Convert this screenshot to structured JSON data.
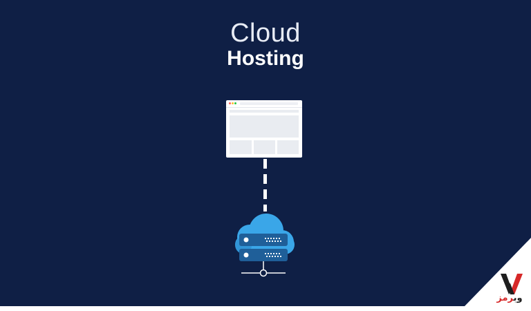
{
  "header": {
    "line1": "Cloud",
    "line2": "Hosting"
  },
  "colors": {
    "background": "#0f1f45",
    "cloud_light": "#3aa6e8",
    "cloud_dark": "#2a86c9",
    "server": "#1f5f99",
    "logo_black": "#1e1e1e",
    "logo_red": "#d62828"
  },
  "icons": {
    "browser": "browser-window-icon",
    "cloud": "cloud-server-icon",
    "network": "network-node-icon",
    "logo": "webramz-logo"
  },
  "logo": {
    "text_black": "وب",
    "text_red": "رمز"
  }
}
